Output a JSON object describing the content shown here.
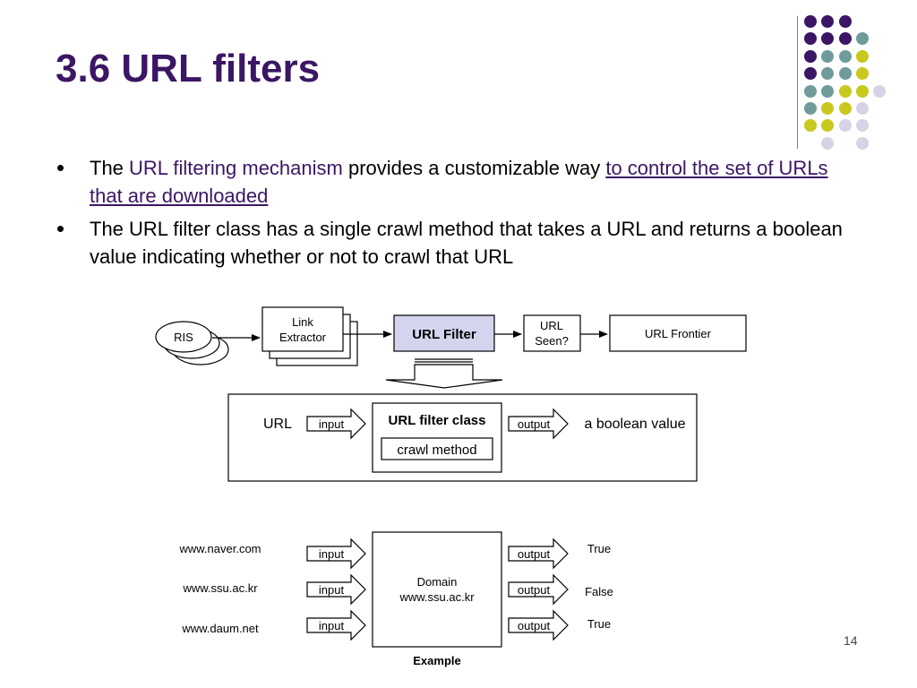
{
  "slide": {
    "title": "3.6 URL filters",
    "page_number": "14"
  },
  "bullets": {
    "b1_prefix": "The ",
    "b1_highlight": "URL filtering mechanism",
    "b1_middle": " provides a customizable way ",
    "b1_link": "to control the set of URLs that are downloaded",
    "b2_text": "The URL filter class has a single crawl method that takes a URL and returns a boolean value indicating whether or not to crawl that URL"
  },
  "pipeline": {
    "ris": "RIS",
    "link_extractor_line1": "Link",
    "link_extractor_line2": "Extractor",
    "url_filter": "URL Filter",
    "url_seen_line1": "URL",
    "url_seen_line2": "Seen?",
    "url_frontier": "URL Frontier"
  },
  "filter_class": {
    "url_label": "URL",
    "input_label": "input",
    "class_label": "URL filter class",
    "method_label": "crawl method",
    "output_label": "output",
    "result_label": "a boolean value"
  },
  "example": {
    "urls": [
      "www.naver.com",
      "www.ssu.ac.kr",
      "www.daum.net"
    ],
    "input_label": "input",
    "output_label": "output",
    "domain_line1": "Domain",
    "domain_line2": "www.ssu.ac.kr",
    "results": [
      "True",
      "False",
      "True"
    ],
    "caption": "Example"
  },
  "colors": {
    "title": "#3b1664",
    "accent_purple": "#3b1664",
    "teal": "#6f9b9b",
    "yellow": "#c8c81e",
    "lavender": "#d6d3e6",
    "url_filter_fill": "#d4d4ee"
  }
}
